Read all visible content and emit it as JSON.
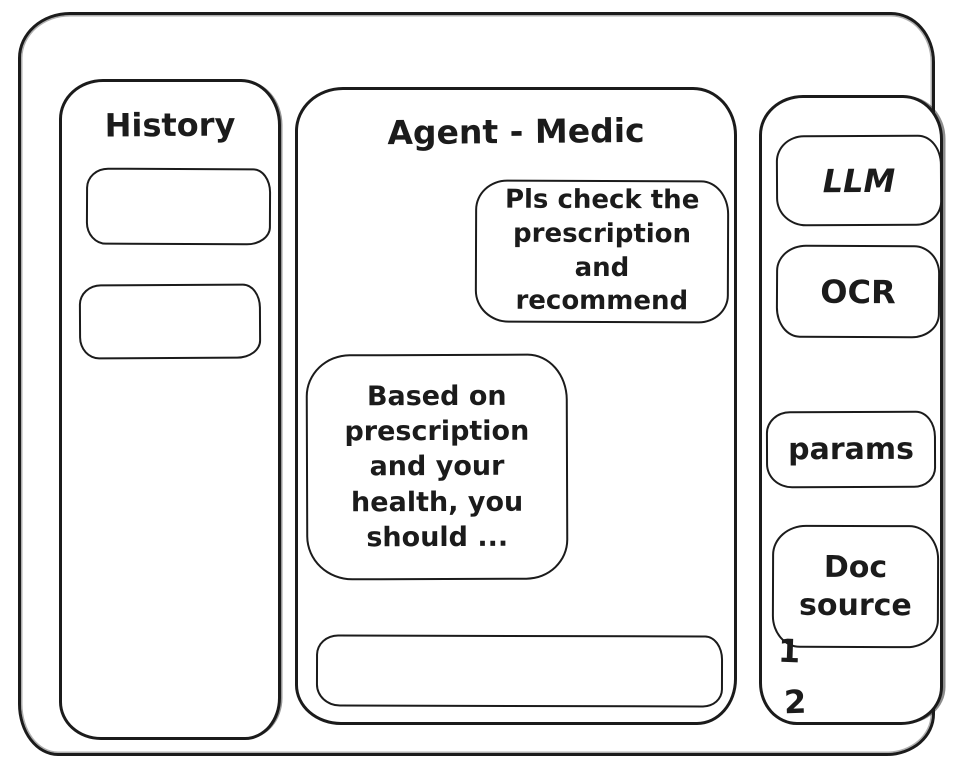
{
  "colors": {
    "ink": "#1b1b1b",
    "background": "#ffffff"
  },
  "sidebar": {
    "title": "History",
    "items": [
      {
        "label": ""
      },
      {
        "label": ""
      }
    ]
  },
  "chat": {
    "title": "Agent - Medic",
    "messages": [
      {
        "role": "user",
        "text": "Pls check the prescription and recommend"
      },
      {
        "role": "assistant",
        "text": "Based on prescription and your health, you should ..."
      }
    ],
    "input": {
      "value": "",
      "placeholder": ""
    }
  },
  "tools_panel": {
    "buttons": [
      {
        "label": "LLM"
      },
      {
        "label": "OCR"
      },
      {
        "label": "params"
      },
      {
        "label": "Doc source"
      }
    ],
    "doc_sources": [
      "1",
      "2"
    ]
  }
}
